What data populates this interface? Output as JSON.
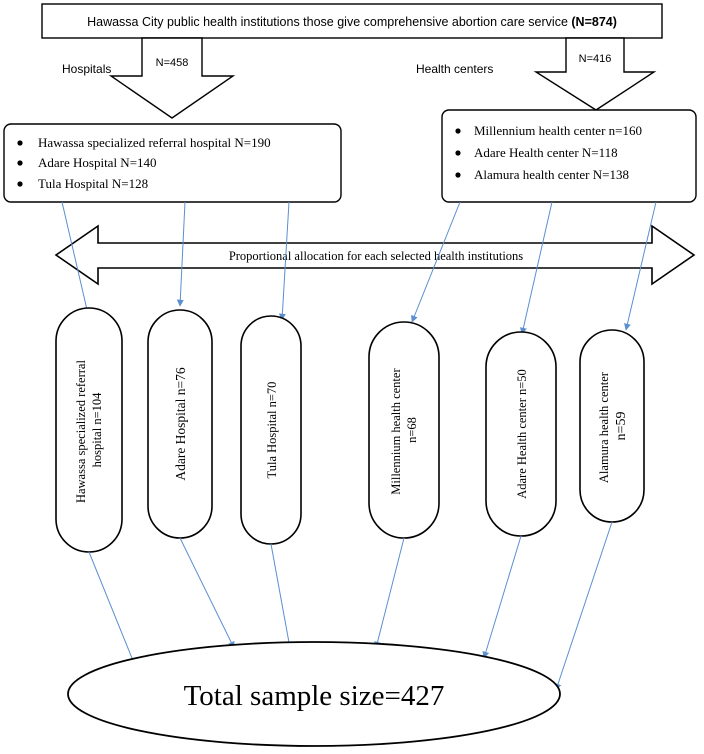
{
  "top_box": {
    "text": "Hawassa City public health institutions those give comprehensive abortion care service ",
    "total": "(N=874)"
  },
  "left_branch": {
    "label": "Hospitals",
    "count": "N=458"
  },
  "right_branch": {
    "label": "Health centers",
    "count": "N=416"
  },
  "hospital_list": [
    "Hawassa specialized  referral hospital  N=190",
    "Adare Hospital  N=140",
    "Tula Hospital  N=128"
  ],
  "center_list": [
    "Millennium   health center n=160",
    "Adare Health  center N=118",
    "Alamura  health center N=138"
  ],
  "allocation": "Proportional  allocation  for each selected health institutions",
  "ovals": [
    {
      "line1": "Hawassa specialized  referral",
      "line2": "hospital  n=104"
    },
    {
      "line1": "Adare Hospital  n=76",
      "line2": ""
    },
    {
      "line1": "Tula Hospital n=70",
      "line2": ""
    },
    {
      "line1": "Millennium  health center",
      "line2": "n=68"
    },
    {
      "line1": "Adare Health  center n=50",
      "line2": ""
    },
    {
      "line1": "Alamura  health center",
      "line2": "n=59"
    }
  ],
  "total": "Total sample size=427",
  "colors": {
    "stroke": "#000000",
    "connector": "#5b8fd0"
  }
}
